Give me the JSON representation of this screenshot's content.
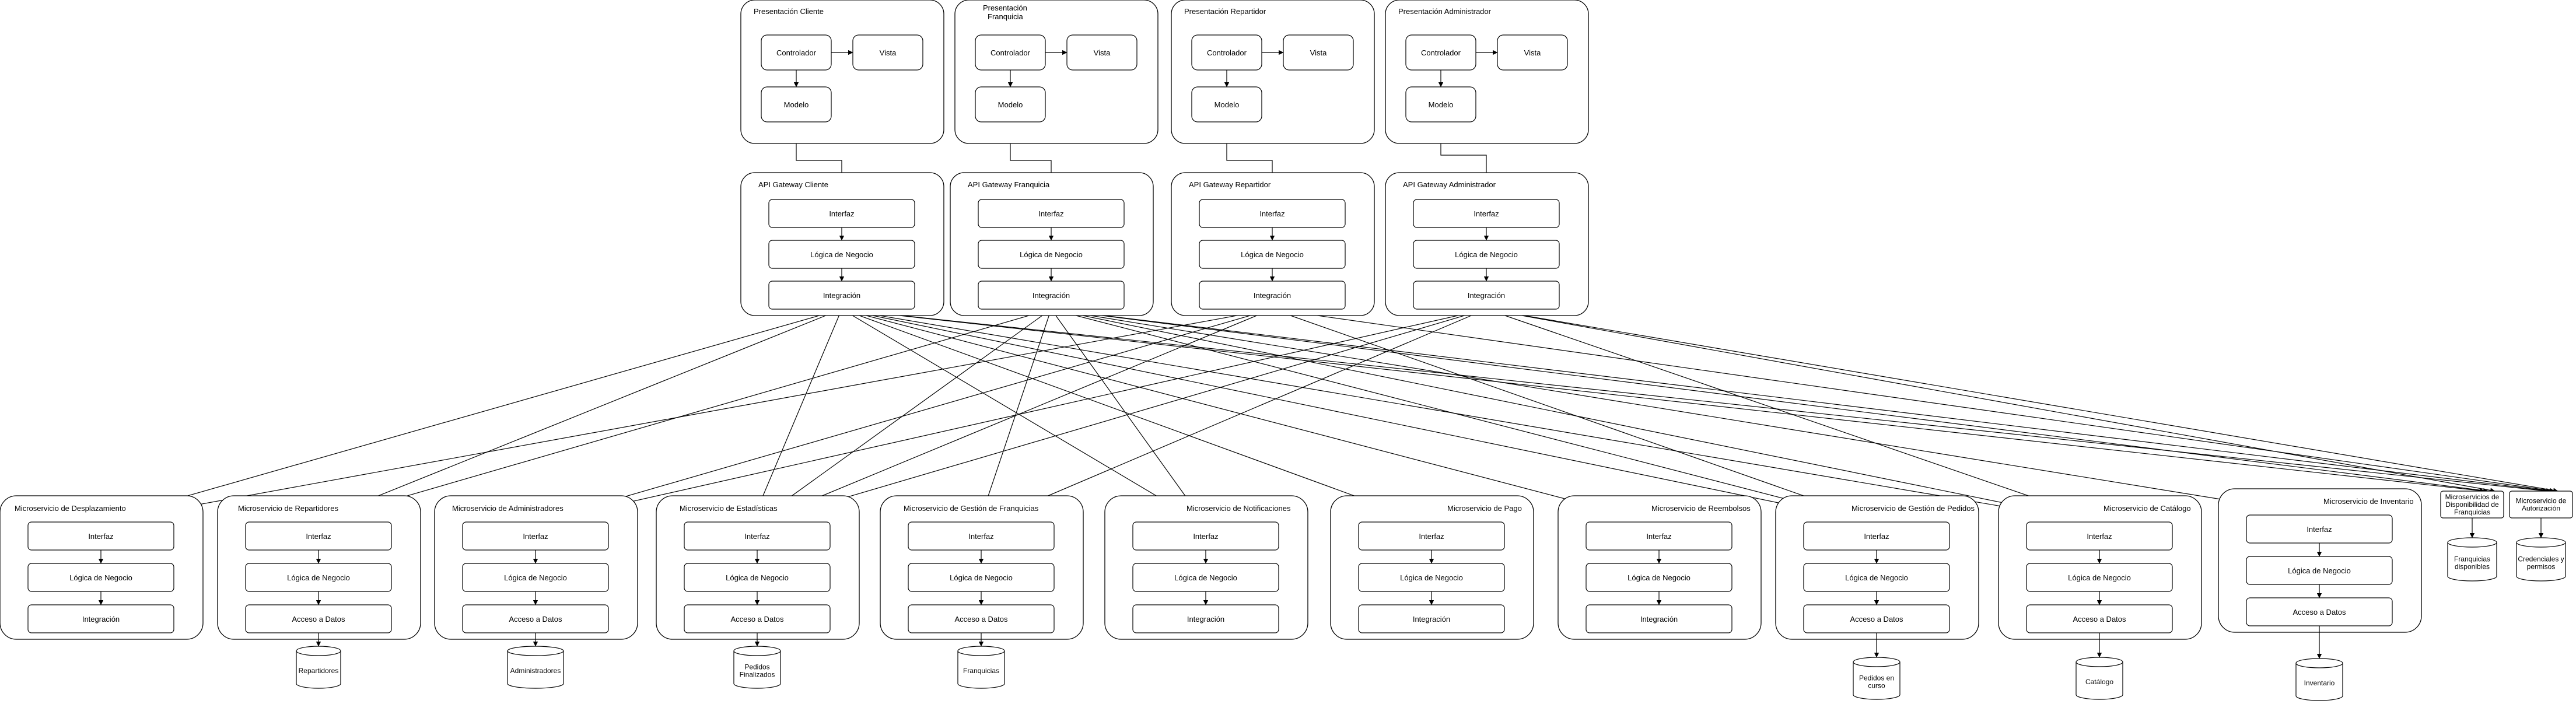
{
  "presentations": [
    {
      "title": "Presentación Cliente",
      "controller": "Controlador",
      "view": "Vista",
      "model": "Modelo"
    },
    {
      "title": "Presentación Franquicia",
      "controller": "Controlador",
      "view": "Vista",
      "model": "Modelo"
    },
    {
      "title": "Presentación Repartidor",
      "controller": "Controlador",
      "view": "Vista",
      "model": "Modelo"
    },
    {
      "title": "Presentación Administrador",
      "controller": "Controlador",
      "view": "Vista",
      "model": "Modelo"
    }
  ],
  "gateways": [
    {
      "title": "API Gateway Cliente",
      "layers": [
        "Interfaz",
        "Lógica de Negocio",
        "Integración"
      ]
    },
    {
      "title": "API Gateway Franquicia",
      "layers": [
        "Interfaz",
        "Lógica de Negocio",
        "Integración"
      ]
    },
    {
      "title": "API Gateway Repartidor",
      "layers": [
        "Interfaz",
        "Lógica de Negocio",
        "Integración"
      ]
    },
    {
      "title": "API Gateway Administrador",
      "layers": [
        "Interfaz",
        "Lógica de Negocio",
        "Integración"
      ]
    }
  ],
  "microservices": [
    {
      "title": "Microservicio de Desplazamiento",
      "layers": [
        "Interfaz",
        "Lógica de Negocio",
        "Integración"
      ],
      "database": ""
    },
    {
      "title": "Microservicio de Repartidores",
      "layers": [
        "Interfaz",
        "Lógica de Negocio",
        "Acceso a Datos"
      ],
      "database": "Repartidores"
    },
    {
      "title": "Microservicio de Administradores",
      "layers": [
        "Interfaz",
        "Lógica de Negocio",
        "Acceso a Datos"
      ],
      "database": "Administradores"
    },
    {
      "title": "Microservicio de Estadísticas",
      "layers": [
        "Interfaz",
        "Lógica de Negocio",
        "Acceso a Datos"
      ],
      "database": "Pedidos Finalizados"
    },
    {
      "title": "Microservicio de Gestión de Franquicias",
      "layers": [
        "Interfaz",
        "Lógica de Negocio",
        "Acceso a Datos"
      ],
      "database": "Franquicias"
    },
    {
      "title": "Microservicio de Notificaciones",
      "layers": [
        "Interfaz",
        "Lógica de Negocio",
        "Integración"
      ],
      "database": ""
    },
    {
      "title": "Microservicio de Pago",
      "layers": [
        "Interfaz",
        "Lógica de Negocio",
        "Integración"
      ],
      "database": ""
    },
    {
      "title": "Microservicio de Reembolsos",
      "layers": [
        "Interfaz",
        "Lógica de Negocio",
        "Integración"
      ],
      "database": ""
    },
    {
      "title": "Microservicio de Gestión de Pedidos",
      "layers": [
        "Interfaz",
        "Lógica de Negocio",
        "Acceso a Datos"
      ],
      "database": "Pedidos en curso"
    },
    {
      "title": "Microservicio de Catálogo",
      "layers": [
        "Interfaz",
        "Lógica de Negocio",
        "Acceso a Datos"
      ],
      "database": "Catálogo"
    },
    {
      "title": "Microservicio de Inventario",
      "layers": [
        "Interfaz",
        "Lógica de Negocio",
        "Acceso a Datos"
      ],
      "database": "Inventario"
    }
  ],
  "small_services": [
    {
      "title": "Microservicios de Disponibilidad de Franquicias",
      "database": "Franquicias disponibles"
    },
    {
      "title": "Microservicio de Autorización",
      "database": "Credenciales y permisos"
    }
  ]
}
